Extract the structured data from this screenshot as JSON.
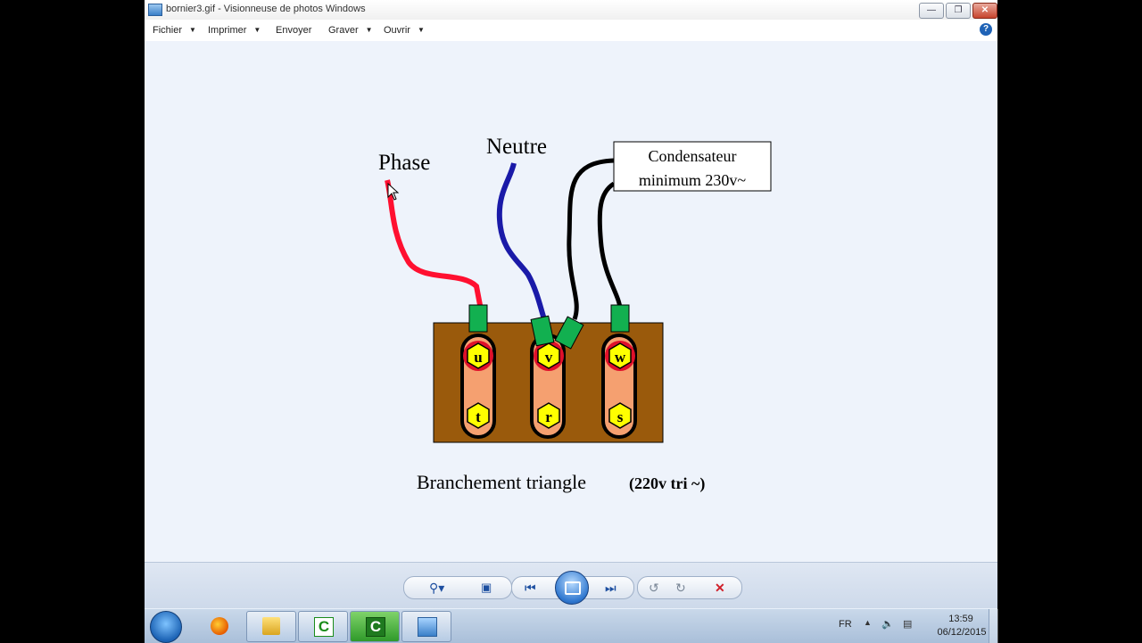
{
  "window": {
    "title": "bornier3.gif - Visionneuse de photos Windows"
  },
  "menubar": {
    "items": [
      "Fichier",
      "Imprimer",
      "Envoyer",
      "Graver",
      "Ouvrir"
    ]
  },
  "diagram": {
    "label_phase": "Phase",
    "label_neutre": "Neutre",
    "condensateur_line1": "Condensateur",
    "condensateur_line2": "minimum 230v~",
    "terminals_top": [
      "u",
      "v",
      "w"
    ],
    "terminals_bottom": [
      "t",
      "r",
      "s"
    ],
    "caption_main": "Branchement triangle",
    "caption_detail": "(220v tri ~)",
    "colors": {
      "phase_wire": "#ff1030",
      "neutre_wire": "#1a1aa8",
      "cond_wire": "#000000",
      "board": "#9a5a0c",
      "bar": "#f5a070",
      "nut": "#ffff00",
      "connector": "#12b050"
    }
  },
  "controls": {
    "icons": [
      "zoom-icon",
      "actual-size-icon",
      "previous-icon",
      "slideshow-icon",
      "next-icon",
      "rotate-left-icon",
      "rotate-right-icon",
      "delete-icon"
    ]
  },
  "taskbar": {
    "lang": "FR",
    "time": "13:59",
    "date": "06/12/2015"
  }
}
